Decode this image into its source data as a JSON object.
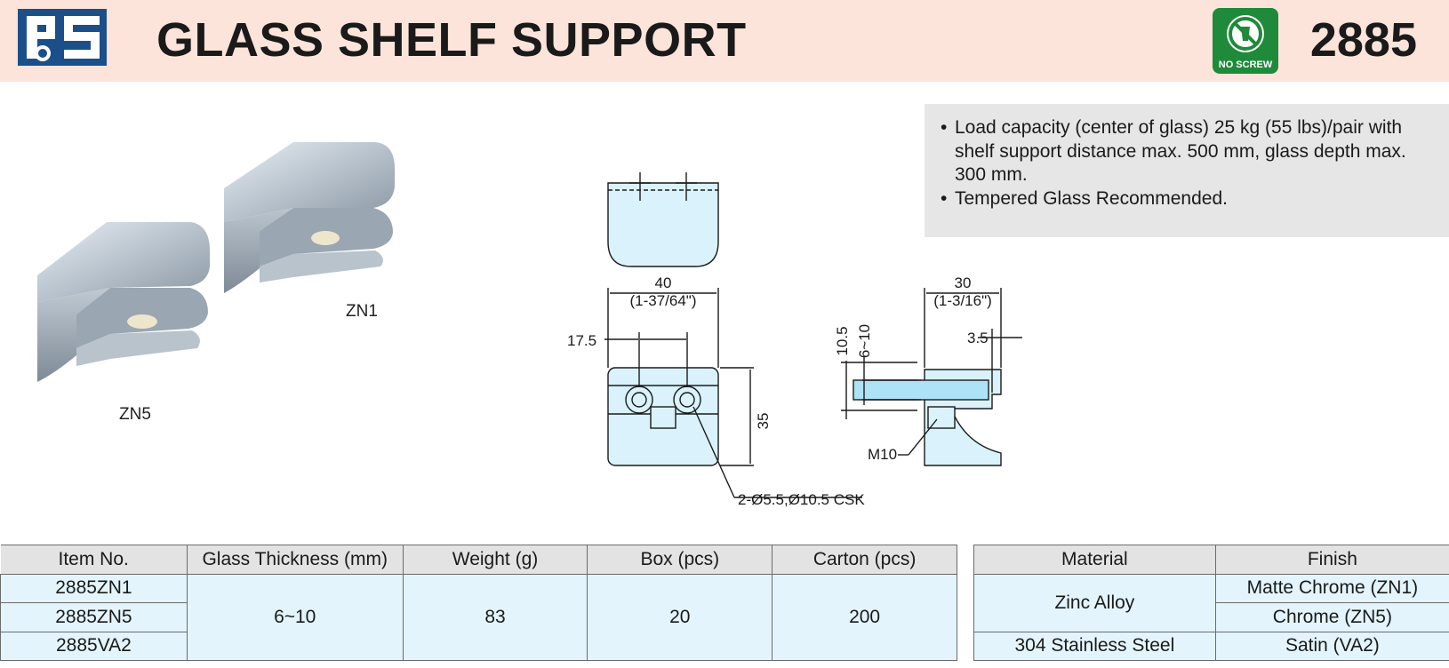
{
  "header": {
    "logo_text": "PS",
    "title": "GLASS SHELF SUPPORT",
    "badge_label": "NO SCREW",
    "item_code": "2885"
  },
  "notes": [
    "Load capacity (center of glass) 25 kg (55 lbs)/pair with shelf support distance max. 500 mm, glass depth max. 300 mm.",
    "Tempered Glass Recommended."
  ],
  "photo_labels": {
    "zn1": "ZN1",
    "zn5": "ZN5"
  },
  "drawing": {
    "width_mm": "40",
    "width_in": "(1-37/64\")",
    "hole_pitch": "17.5",
    "height": "35",
    "holes": "2-Ø5.5,Ø10.5 CSK",
    "depth_mm": "30",
    "depth_in": "(1-3/16\")",
    "lip": "3.5",
    "slot_height": "10.5",
    "glass_range": "6~10",
    "thread": "M10"
  },
  "spec_table": {
    "headers": [
      "Item No.",
      "Glass Thickness (mm)",
      "Weight (g)",
      "Box (pcs)",
      "Carton (pcs)"
    ],
    "items": [
      "2885ZN1",
      "2885ZN5",
      "2885VA2"
    ],
    "glass_thickness": "6~10",
    "weight": "83",
    "box": "20",
    "carton": "200"
  },
  "material_table": {
    "headers": [
      "Material",
      "Finish"
    ],
    "material_zinc": "Zinc Alloy",
    "material_steel": "304 Stainless Steel",
    "finishes": [
      "Matte Chrome (ZN1)",
      "Chrome (ZN5)",
      "Satin (VA2)"
    ]
  },
  "colors": {
    "header_bg": "#fce4da",
    "logo_blue": "#1b4f8a",
    "badge_green": "#1f8a3a",
    "table_header": "#e3e3e3",
    "table_cell": "#e3f4fc",
    "drawing_fill": "#d9f2fb"
  }
}
